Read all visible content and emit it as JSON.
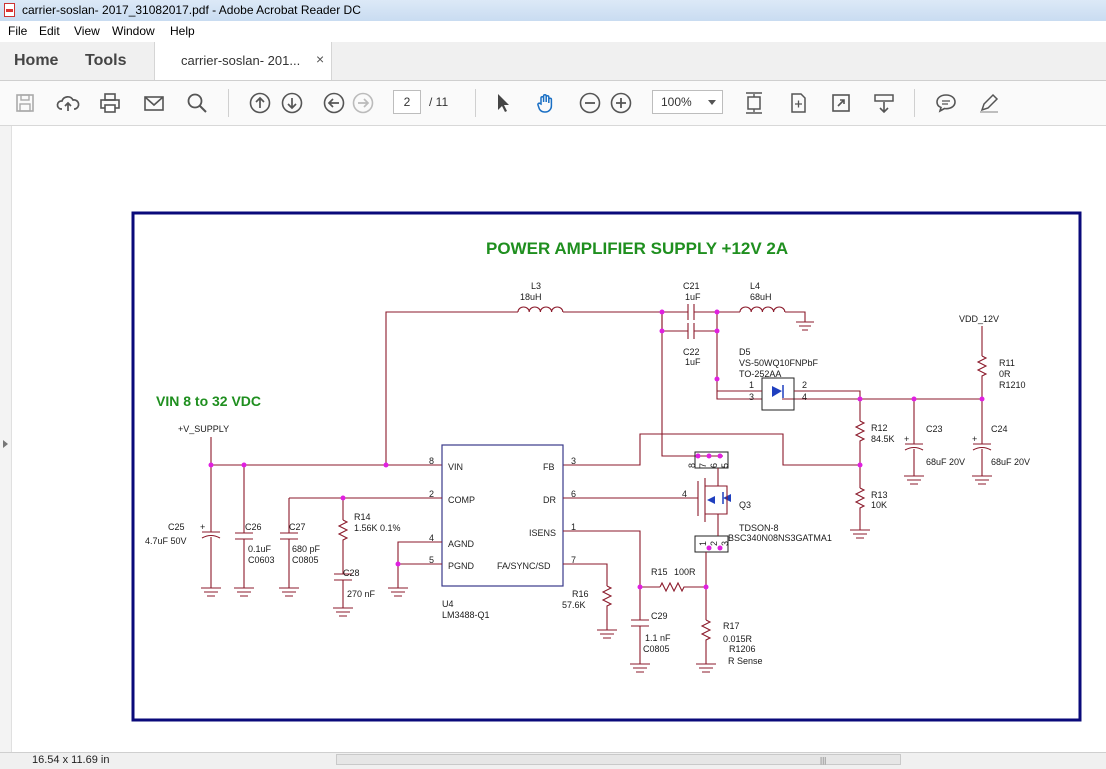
{
  "window": {
    "title": "carrier-soslan- 2017_31082017.pdf - Adobe Acrobat Reader DC"
  },
  "menu": {
    "items": [
      "File",
      "Edit",
      "View",
      "Window",
      "Help"
    ]
  },
  "tabs": {
    "home": "Home",
    "tools": "Tools",
    "document": "carrier-soslan- 201...",
    "close": "×"
  },
  "toolbar": {
    "icons": [
      "save-icon",
      "cloud-upload-icon",
      "print-icon",
      "email-icon",
      "search-icon",
      "prev-page-icon",
      "next-page-icon",
      "back-icon",
      "forward-icon",
      "select-cursor-icon",
      "hand-tool-icon",
      "zoom-out-icon",
      "zoom-in-icon",
      "fit-page-icon",
      "rotate-fit-icon",
      "fullscreen-icon",
      "scroll-mode-icon",
      "comment-icon",
      "sign-icon"
    ],
    "page_current": "2",
    "page_total": "/ 11",
    "zoom": "100%"
  },
  "schematic": {
    "title": "POWER AMPLIFIER SUPPLY +12V 2A",
    "vin_label": "VIN 8 to 32 VDC",
    "nets": {
      "vsupply": "+V_SUPPLY",
      "vdd": "VDD_12V"
    },
    "u4": {
      "ref": "U4",
      "part": "LM3488-Q1",
      "pins_left": [
        {
          "num": "8",
          "name": "VIN"
        },
        {
          "num": "2",
          "name": "COMP"
        },
        {
          "num": "4",
          "name": "AGND"
        },
        {
          "num": "5",
          "name": "PGND"
        }
      ],
      "pins_right": [
        {
          "num": "3",
          "name": "FB"
        },
        {
          "num": "6",
          "name": "DR"
        },
        {
          "num": "1",
          "name": "ISENS"
        },
        {
          "num": "7",
          "name": "FA/SYNC/SD"
        }
      ]
    },
    "l3": {
      "ref": "L3",
      "value": "18uH"
    },
    "l4": {
      "ref": "L4",
      "value": "68uH"
    },
    "c21": {
      "ref": "C21",
      "value": "1uF"
    },
    "c22": {
      "ref": "C22",
      "value": "1uF"
    },
    "d5": {
      "ref": "D5",
      "part": "VS-50WQ10FNPbF",
      "pkg": "TO-252AA",
      "pins": [
        "1",
        "3",
        "2",
        "4"
      ]
    },
    "r11": {
      "ref": "R11",
      "value": "0R",
      "pkg": "R1210"
    },
    "r12": {
      "ref": "R12",
      "value": "84.5K"
    },
    "r13": {
      "ref": "R13",
      "value": "10K"
    },
    "c23": {
      "ref": "C23",
      "value": "68uF 20V"
    },
    "c24": {
      "ref": "C24",
      "value": "68uF 20V"
    },
    "c25": {
      "ref": "C25",
      "value": "4.7uF 50V"
    },
    "c26": {
      "ref": "C26",
      "value": "0.1uF",
      "pkg": "C0603"
    },
    "c27": {
      "ref": "C27",
      "value": "680 pF",
      "pkg": "C0805"
    },
    "r14": {
      "ref": "R14",
      "value": "1.56K 0.1%"
    },
    "c28": {
      "ref": "C28",
      "value": "270 nF"
    },
    "r16": {
      "ref": "R16",
      "value": "57.6K"
    },
    "q3": {
      "ref": "Q3",
      "pkg": "TDSON-8",
      "part": "BSC340N08NS3GATMA1",
      "pin_gate": "4",
      "pins_top": [
        "8",
        "7",
        "6",
        "5"
      ],
      "pins_bottom": [
        "1",
        "2",
        "3"
      ]
    },
    "r15": {
      "ref": "R15",
      "value": "100R"
    },
    "c29": {
      "ref": "C29",
      "value": "1.1 nF",
      "pkg": "C0805"
    },
    "r17": {
      "ref": "R17",
      "value": "0.015R",
      "pkg": "R1206",
      "note": "R Sense"
    },
    "plus": "+"
  },
  "status": {
    "page_size": "16.54 x 11.69 in",
    "grip": "|||"
  }
}
